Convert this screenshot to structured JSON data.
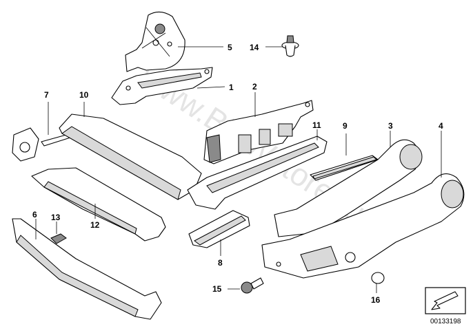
{
  "diagram": {
    "callouts": {
      "c1": "1",
      "c2": "2",
      "c3": "3",
      "c4": "4",
      "c5": "5",
      "c6": "6",
      "c7": "7",
      "c8": "8",
      "c9": "9",
      "c10": "10",
      "c11": "11",
      "c12": "12",
      "c13": "13",
      "c14": "14",
      "c15": "15",
      "c16": "16"
    },
    "watermark": "www.BMWstore.ru",
    "document_number": "00133198"
  }
}
